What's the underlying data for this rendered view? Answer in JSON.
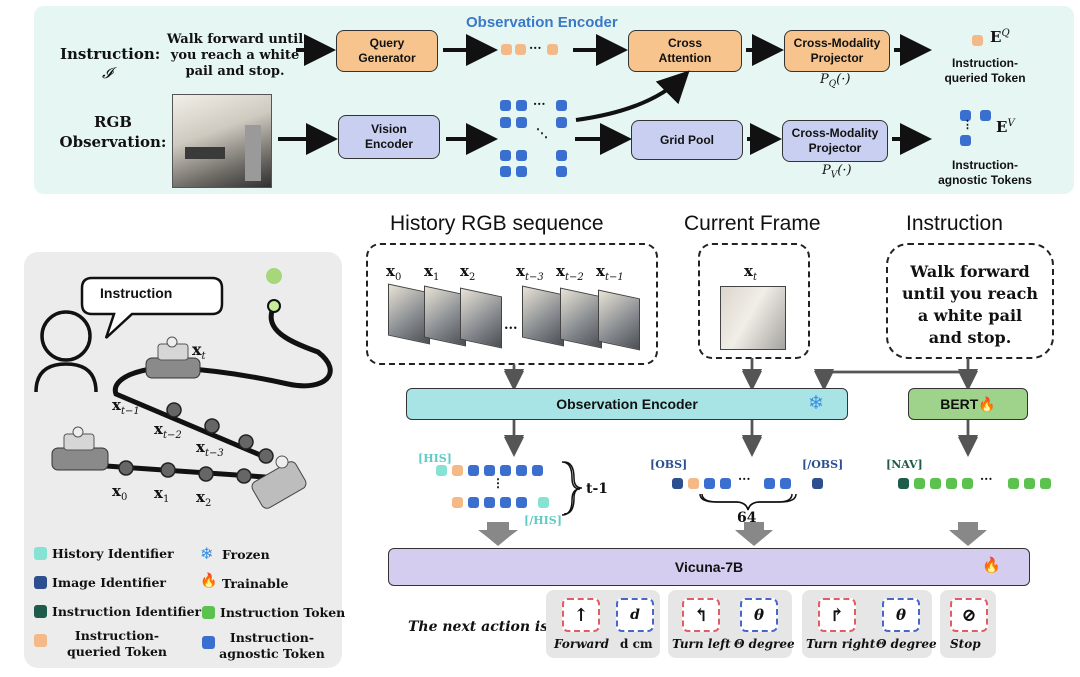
{
  "top": {
    "encoder_title": "Observation Encoder",
    "instruction_label": "Instruction:",
    "instruction_symbol": "𝓘",
    "instruction_text": [
      "Walk forward until",
      "you reach a white",
      "pail and stop."
    ],
    "rgb_label": [
      "RGB",
      "Observation:"
    ],
    "query_generator": [
      "Query",
      "Generator"
    ],
    "vision_encoder": [
      "Vision",
      "Encoder"
    ],
    "cross_attention": [
      "Cross",
      "Attention"
    ],
    "grid_pool": "Grid Pool",
    "projector_q": [
      "Cross-Modality",
      "Projector"
    ],
    "projector_v": [
      "Cross-Modality",
      "Projector"
    ],
    "pq": "P",
    "pq_sub": "Q",
    "pq_arg": "(·)",
    "pv": "P",
    "pv_sub": "V",
    "pv_arg": "(·)",
    "eq": "E",
    "eq_sup": "Q",
    "ev": "E",
    "ev_sup": "V",
    "out_q": [
      "Instruction-",
      "queried Token"
    ],
    "out_v": [
      "Instruction-",
      "agnostic Tokens"
    ],
    "ellipsis": "..."
  },
  "left": {
    "bubble": "Instruction",
    "xt": "x",
    "xt_sub": "t",
    "path_labels": [
      {
        "b": "x",
        "s": "t−1"
      },
      {
        "b": "x",
        "s": "t−2"
      },
      {
        "b": "x",
        "s": "t−3"
      },
      {
        "b": "x",
        "s": "0"
      },
      {
        "b": "x",
        "s": "1"
      },
      {
        "b": "x",
        "s": "2"
      }
    ]
  },
  "legend": [
    {
      "label": "History Identifier",
      "color": "#86e3d3"
    },
    {
      "label": "Image Identifier",
      "color": "#2d4f8f"
    },
    {
      "label": "Instruction Identifier",
      "color": "#1e5b4b"
    },
    {
      "label": "Instruction-",
      "label2": "queried Token",
      "color": "#f5b887"
    },
    {
      "label": "Frozen",
      "icon": "❄"
    },
    {
      "label": "Trainable",
      "icon": "🔥"
    },
    {
      "label": "Instruction Token",
      "color": "#5bc24f"
    },
    {
      "label": "Instruction-",
      "label2": "agnostic Token",
      "color": "#3a6fd0"
    }
  ],
  "main": {
    "history_title": "History RGB sequence",
    "current_title": "Current Frame",
    "instruction_title": "Instruction",
    "history_frames": [
      {
        "b": "x",
        "s": "0"
      },
      {
        "b": "x",
        "s": "1"
      },
      {
        "b": "x",
        "s": "2"
      },
      {
        "b": "x",
        "s": "t−3"
      },
      {
        "b": "x",
        "s": "t−2"
      },
      {
        "b": "x",
        "s": "t−1"
      }
    ],
    "history_ellipsis": "...",
    "current_frame": {
      "b": "x",
      "s": "t"
    },
    "instruction_text": [
      "Walk forward",
      "until you reach",
      "a white pail",
      "and stop."
    ],
    "observation_encoder": "Observation Encoder",
    "bert": "BERT",
    "his_open": "[HIS]",
    "his_close": "[/HIS]",
    "t_minus_1": "t-1",
    "obs_open": "[OBS]",
    "obs_close": "[/OBS]",
    "obs_count": "64",
    "nav": "[NAV]",
    "dots": "···",
    "vicuna": "Vicuna-7B",
    "next_action": "The next action is",
    "actions": [
      "Forward",
      "d cm",
      "Turn left",
      "Θ degree",
      "Turn right",
      "Θ degree",
      "Stop"
    ],
    "act_glyphs": [
      "↑",
      "d",
      "↰",
      "θ",
      "↱",
      "θ",
      "⊘"
    ]
  }
}
